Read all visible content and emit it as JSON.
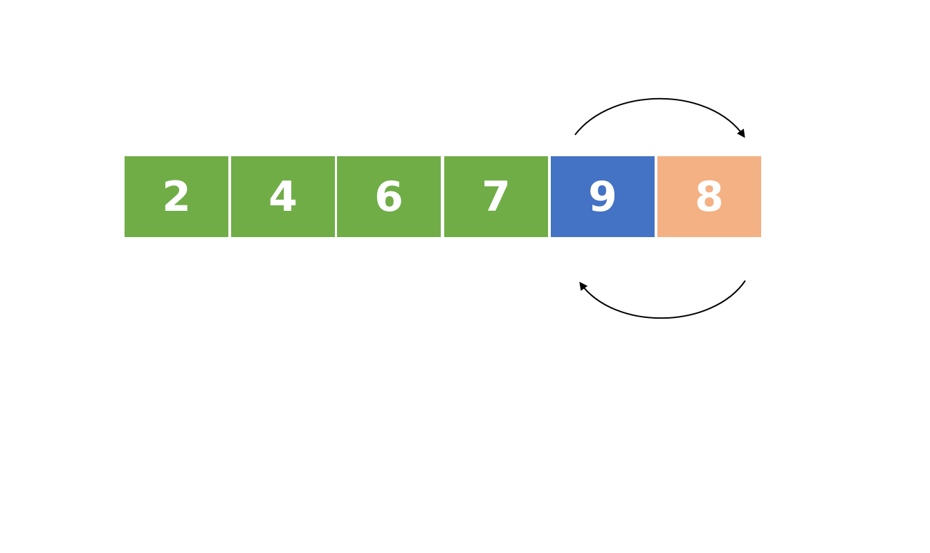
{
  "array": {
    "cells": [
      {
        "value": "2",
        "color": "#70ad47",
        "state": "sorted"
      },
      {
        "value": "4",
        "color": "#70ad47",
        "state": "sorted"
      },
      {
        "value": "6",
        "color": "#70ad47",
        "state": "sorted"
      },
      {
        "value": "7",
        "color": "#70ad47",
        "state": "sorted"
      },
      {
        "value": "9",
        "color": "#4472c4",
        "state": "compared"
      },
      {
        "value": "8",
        "color": "#f4b183",
        "state": "current"
      }
    ]
  },
  "arrows": {
    "color": "#000000",
    "top": "swap-right",
    "bottom": "swap-left"
  }
}
